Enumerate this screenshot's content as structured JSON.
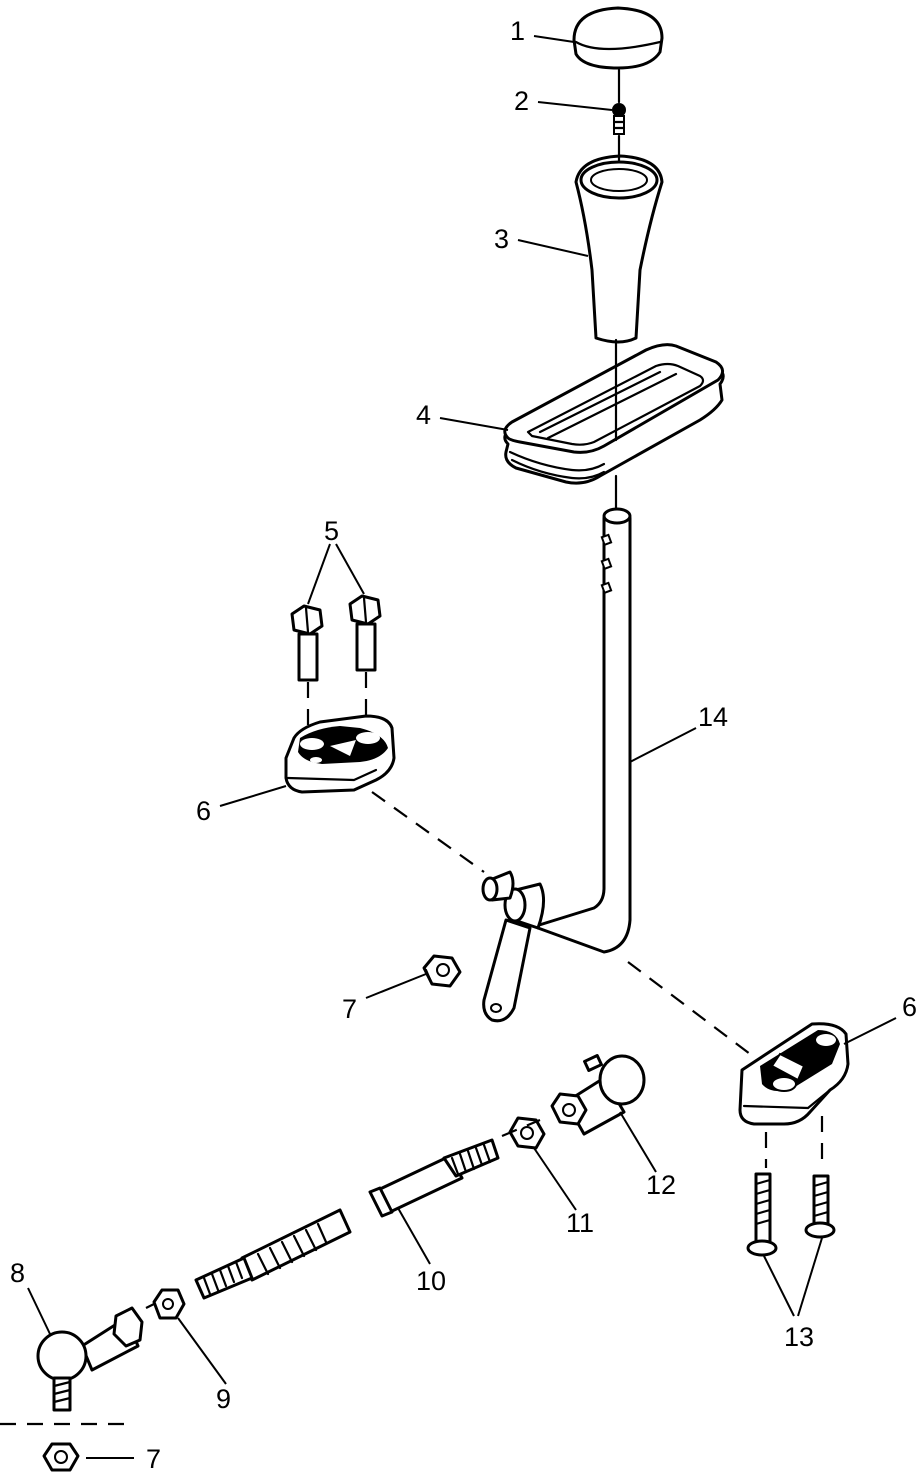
{
  "callouts": {
    "c1": "1",
    "c2": "2",
    "c3": "3",
    "c4": "4",
    "c5": "5",
    "c6a": "6",
    "c6b": "6",
    "c7a": "7",
    "c7b": "7",
    "c8": "8",
    "c9": "9",
    "c10": "10",
    "c11": "11",
    "c12": "12",
    "c13": "13",
    "c14": "14"
  }
}
